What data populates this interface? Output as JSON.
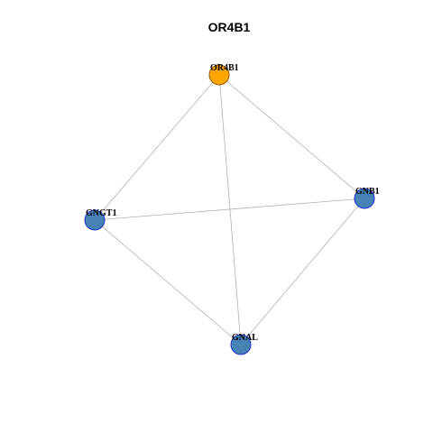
{
  "title": "OR4B1",
  "colors": {
    "query_node": "#FFA500",
    "query_node_stroke": "#8B5A00",
    "partner_node": "#4682B4",
    "partner_node_stroke": "#1E2FC8",
    "edge": "#b0b0b0"
  },
  "nodes": [
    {
      "id": "OR4B1",
      "label": "OR4B1",
      "type": "query"
    },
    {
      "id": "GNB1",
      "label": "GNB1",
      "type": "partner"
    },
    {
      "id": "GNGT1",
      "label": "GNGT1",
      "type": "partner"
    },
    {
      "id": "GNAL",
      "label": "GNAL",
      "type": "partner"
    }
  ],
  "edges": [
    {
      "source": "OR4B1",
      "target": "GNB1"
    },
    {
      "source": "OR4B1",
      "target": "GNGT1"
    },
    {
      "source": "OR4B1",
      "target": "GNAL"
    },
    {
      "source": "GNGT1",
      "target": "GNB1"
    },
    {
      "source": "GNGT1",
      "target": "GNAL"
    },
    {
      "source": "GNB1",
      "target": "GNAL"
    }
  ]
}
